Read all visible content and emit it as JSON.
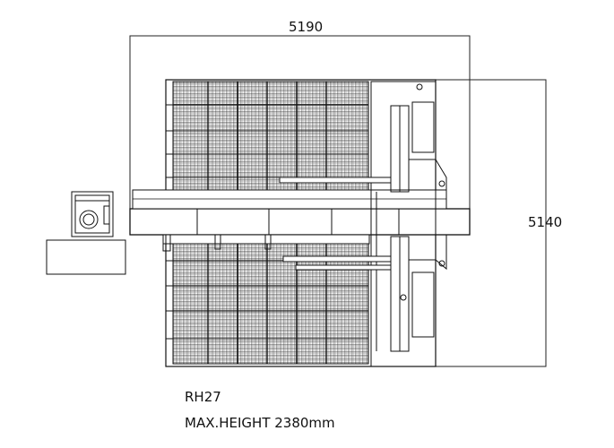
{
  "dimensions": {
    "width_label": "5190",
    "depth_label": "5140"
  },
  "notes": {
    "model": "RH27",
    "max_height": "MAX.HEIGHT 2380mm"
  }
}
